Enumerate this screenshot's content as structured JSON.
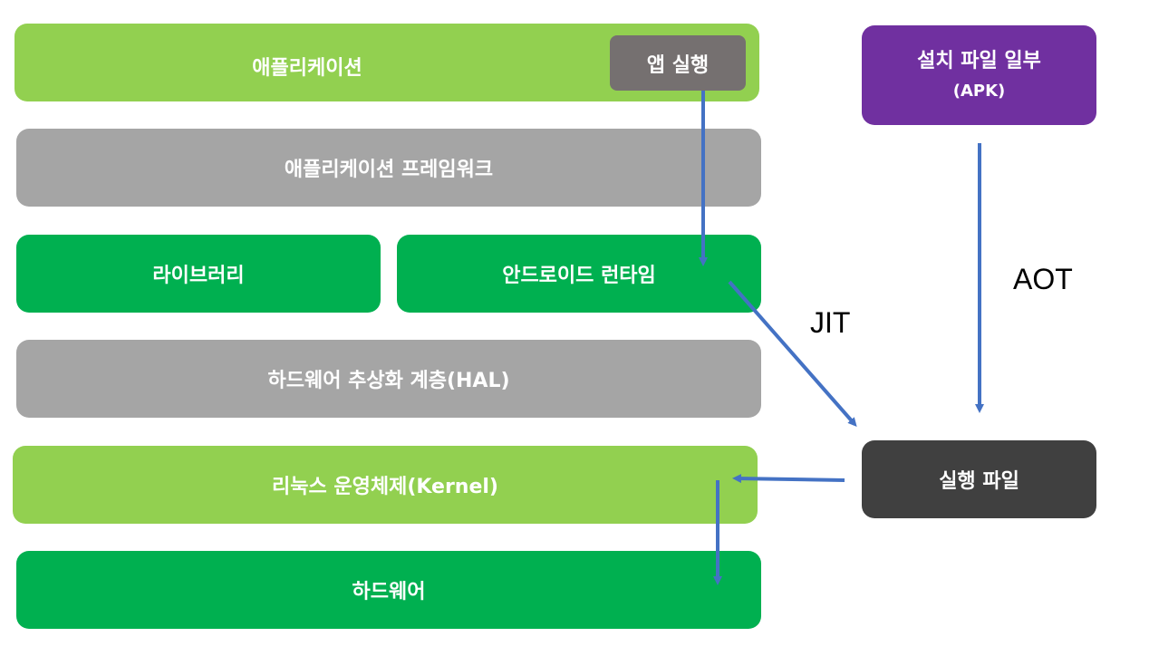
{
  "layers": {
    "application": "애플리케이션",
    "app_launch": "앱 실행",
    "framework": "애플리케이션 프레임워크",
    "libraries": "라이브러리",
    "runtime": "안드로이드 런타임",
    "hal": "하드웨어 추상화 계층(HAL)",
    "kernel": "리눅스 운영체제(Kernel)",
    "hardware": "하드웨어"
  },
  "apk": {
    "title": "설치 파일 일부",
    "subtitle": "(APK)"
  },
  "executable": "실행 파일",
  "labels": {
    "jit": "JIT",
    "aot": "AOT"
  },
  "colors": {
    "light_green": "#92d050",
    "gray": "#a5a5a5",
    "green": "#00b050",
    "purple": "#7030a0",
    "dark": "#404040",
    "button_gray": "#757070",
    "arrow": "#4472c4"
  }
}
